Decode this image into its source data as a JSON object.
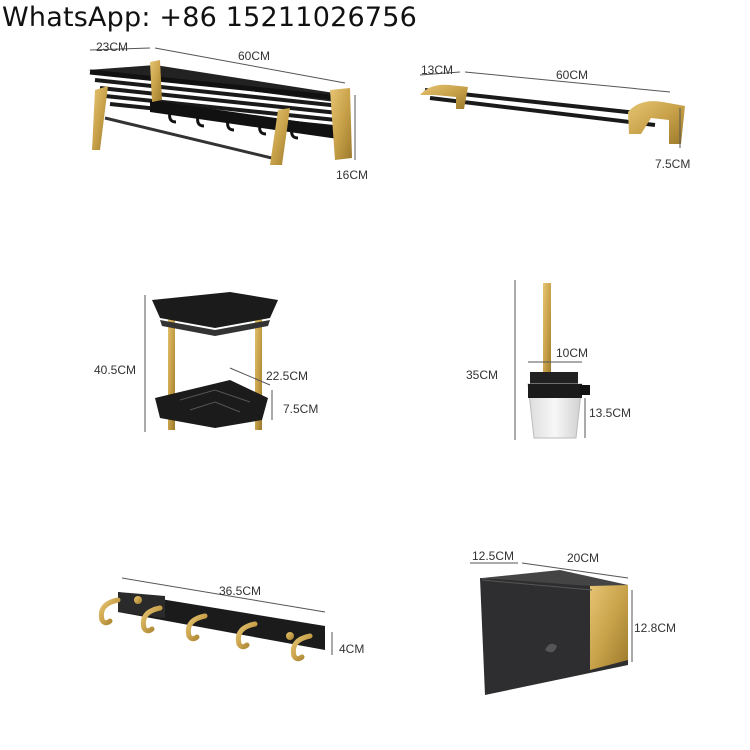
{
  "header": {
    "contact": "WhatsApp: +86 15211026756"
  },
  "products": [
    {
      "name": "towel-rack",
      "dims": [
        "23CM",
        "60CM",
        "16CM"
      ]
    },
    {
      "name": "double-towel-bar",
      "dims": [
        "13CM",
        "60CM",
        "7.5CM"
      ]
    },
    {
      "name": "corner-shelf",
      "dims": [
        "40.5CM",
        "22.5CM",
        "7.5CM"
      ]
    },
    {
      "name": "toilet-brush-holder",
      "dims": [
        "35CM",
        "10CM",
        "13.5CM"
      ]
    },
    {
      "name": "robe-hook-rail",
      "dims": [
        "36.5CM",
        "4CM"
      ]
    },
    {
      "name": "tissue-box",
      "dims": [
        "12.5CM",
        "20CM",
        "12.8CM"
      ]
    }
  ],
  "colors": {
    "black": "#1d1d1f",
    "gold": "#c9a24a",
    "dimension_line": "#555555"
  }
}
